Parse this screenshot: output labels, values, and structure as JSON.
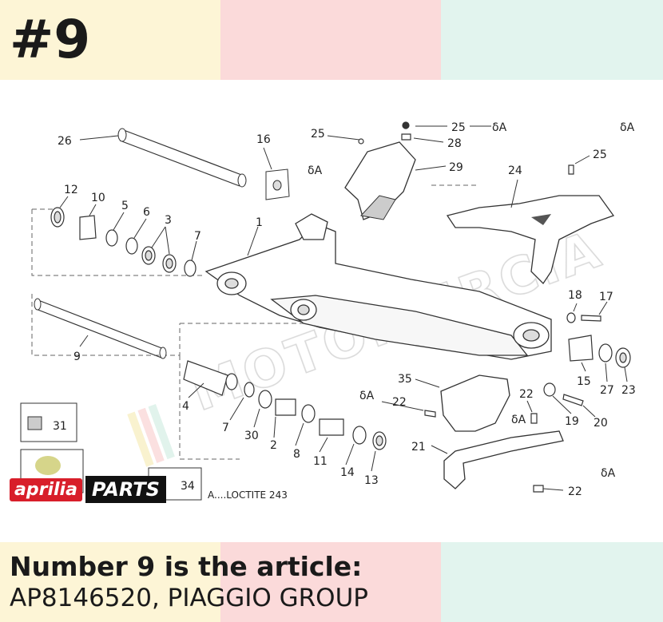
{
  "header": {
    "number_label": "#9"
  },
  "colors": {
    "band_yellow": "#fdf5d6",
    "band_pink": "#fbdada",
    "band_mint": "#e2f4ee"
  },
  "diagram": {
    "labels": {
      "l1": "1",
      "l2": "2",
      "l3": "3",
      "l4": "4",
      "l5": "5",
      "l6": "6",
      "l7a": "7",
      "l7b": "7",
      "l8": "8",
      "l9": "9",
      "l10": "10",
      "l11": "11",
      "l12": "12",
      "l13": "13",
      "l14": "14",
      "l15": "15",
      "l16": "16",
      "l17": "17",
      "l18": "18",
      "l19": "19",
      "l20": "20",
      "l21": "21",
      "l22a": "22",
      "l22b": "22",
      "l22c": "22",
      "l23": "23",
      "l24": "24",
      "l25a": "25",
      "l25b": "25",
      "l25c": "25",
      "l26": "26",
      "l27": "27",
      "l28": "28",
      "l29": "29",
      "l30": "30",
      "l31": "31",
      "l34": "34",
      "l35": "35"
    },
    "marks": {
      "a1": "δA",
      "a2": "δA",
      "a3": "δA",
      "a4": "δA",
      "a5": "δA",
      "a6": "δA"
    },
    "legend": "A....LOCTITE 243",
    "watermark": "MOTOMURCIA"
  },
  "logo": {
    "brand": "aprilia",
    "parts": "PARTS"
  },
  "caption": {
    "line1": "Number 9 is the article:",
    "line2": "AP8146520, PIAGGIO GROUP"
  }
}
